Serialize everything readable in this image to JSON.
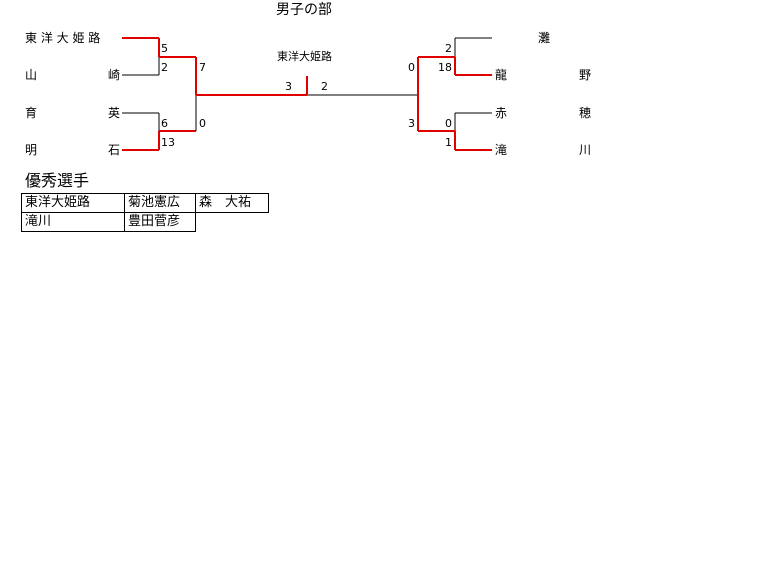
{
  "title": "男子の部",
  "winner_label": "東洋大姫路",
  "colors": {
    "win_line": "#e00000",
    "lose_line": "#000000"
  },
  "left": {
    "teams": [
      {
        "a": "東 洋 大 姫 路",
        "b": ""
      },
      {
        "a": "山",
        "b": "崎"
      },
      {
        "a": "育",
        "b": "英"
      },
      {
        "a": "明",
        "b": "石"
      }
    ],
    "scores": {
      "r1_top_a": "5",
      "r1_top_b": "2",
      "r1_bot_a": "6",
      "r1_bot_b": "13",
      "sf_a": "7",
      "sf_b": "0",
      "final": "3"
    }
  },
  "right": {
    "teams": [
      {
        "a": "灘",
        "b": ""
      },
      {
        "a": "龍",
        "b": "野"
      },
      {
        "a": "赤",
        "b": "穂"
      },
      {
        "a": "滝",
        "b": "川"
      }
    ],
    "scores": {
      "r1_top_a": "2",
      "r1_top_b": "18",
      "r1_bot_a": "0",
      "r1_bot_b": "1",
      "sf_a": "0",
      "sf_b": "3",
      "final": "2"
    }
  },
  "awards": {
    "heading": "優秀選手",
    "rows": [
      [
        "東洋大姫路",
        "菊池憲広",
        "森　大祐"
      ],
      [
        "滝川",
        "豊田菅彦",
        ""
      ]
    ]
  }
}
